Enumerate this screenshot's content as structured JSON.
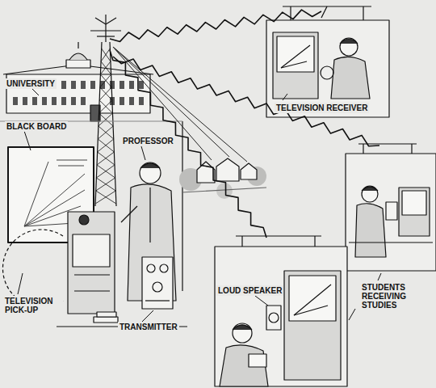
{
  "diagram": {
    "labels": [
      "UNIVERSITY",
      "BLACK BOARD",
      "PROFESSOR",
      "TELEVISION PICK-UP",
      "TRANSMITTER",
      "TELEVISION RECEIVER",
      "LOUD SPEAKER",
      "STUDENTS RECEIVING STUDIES"
    ]
  }
}
